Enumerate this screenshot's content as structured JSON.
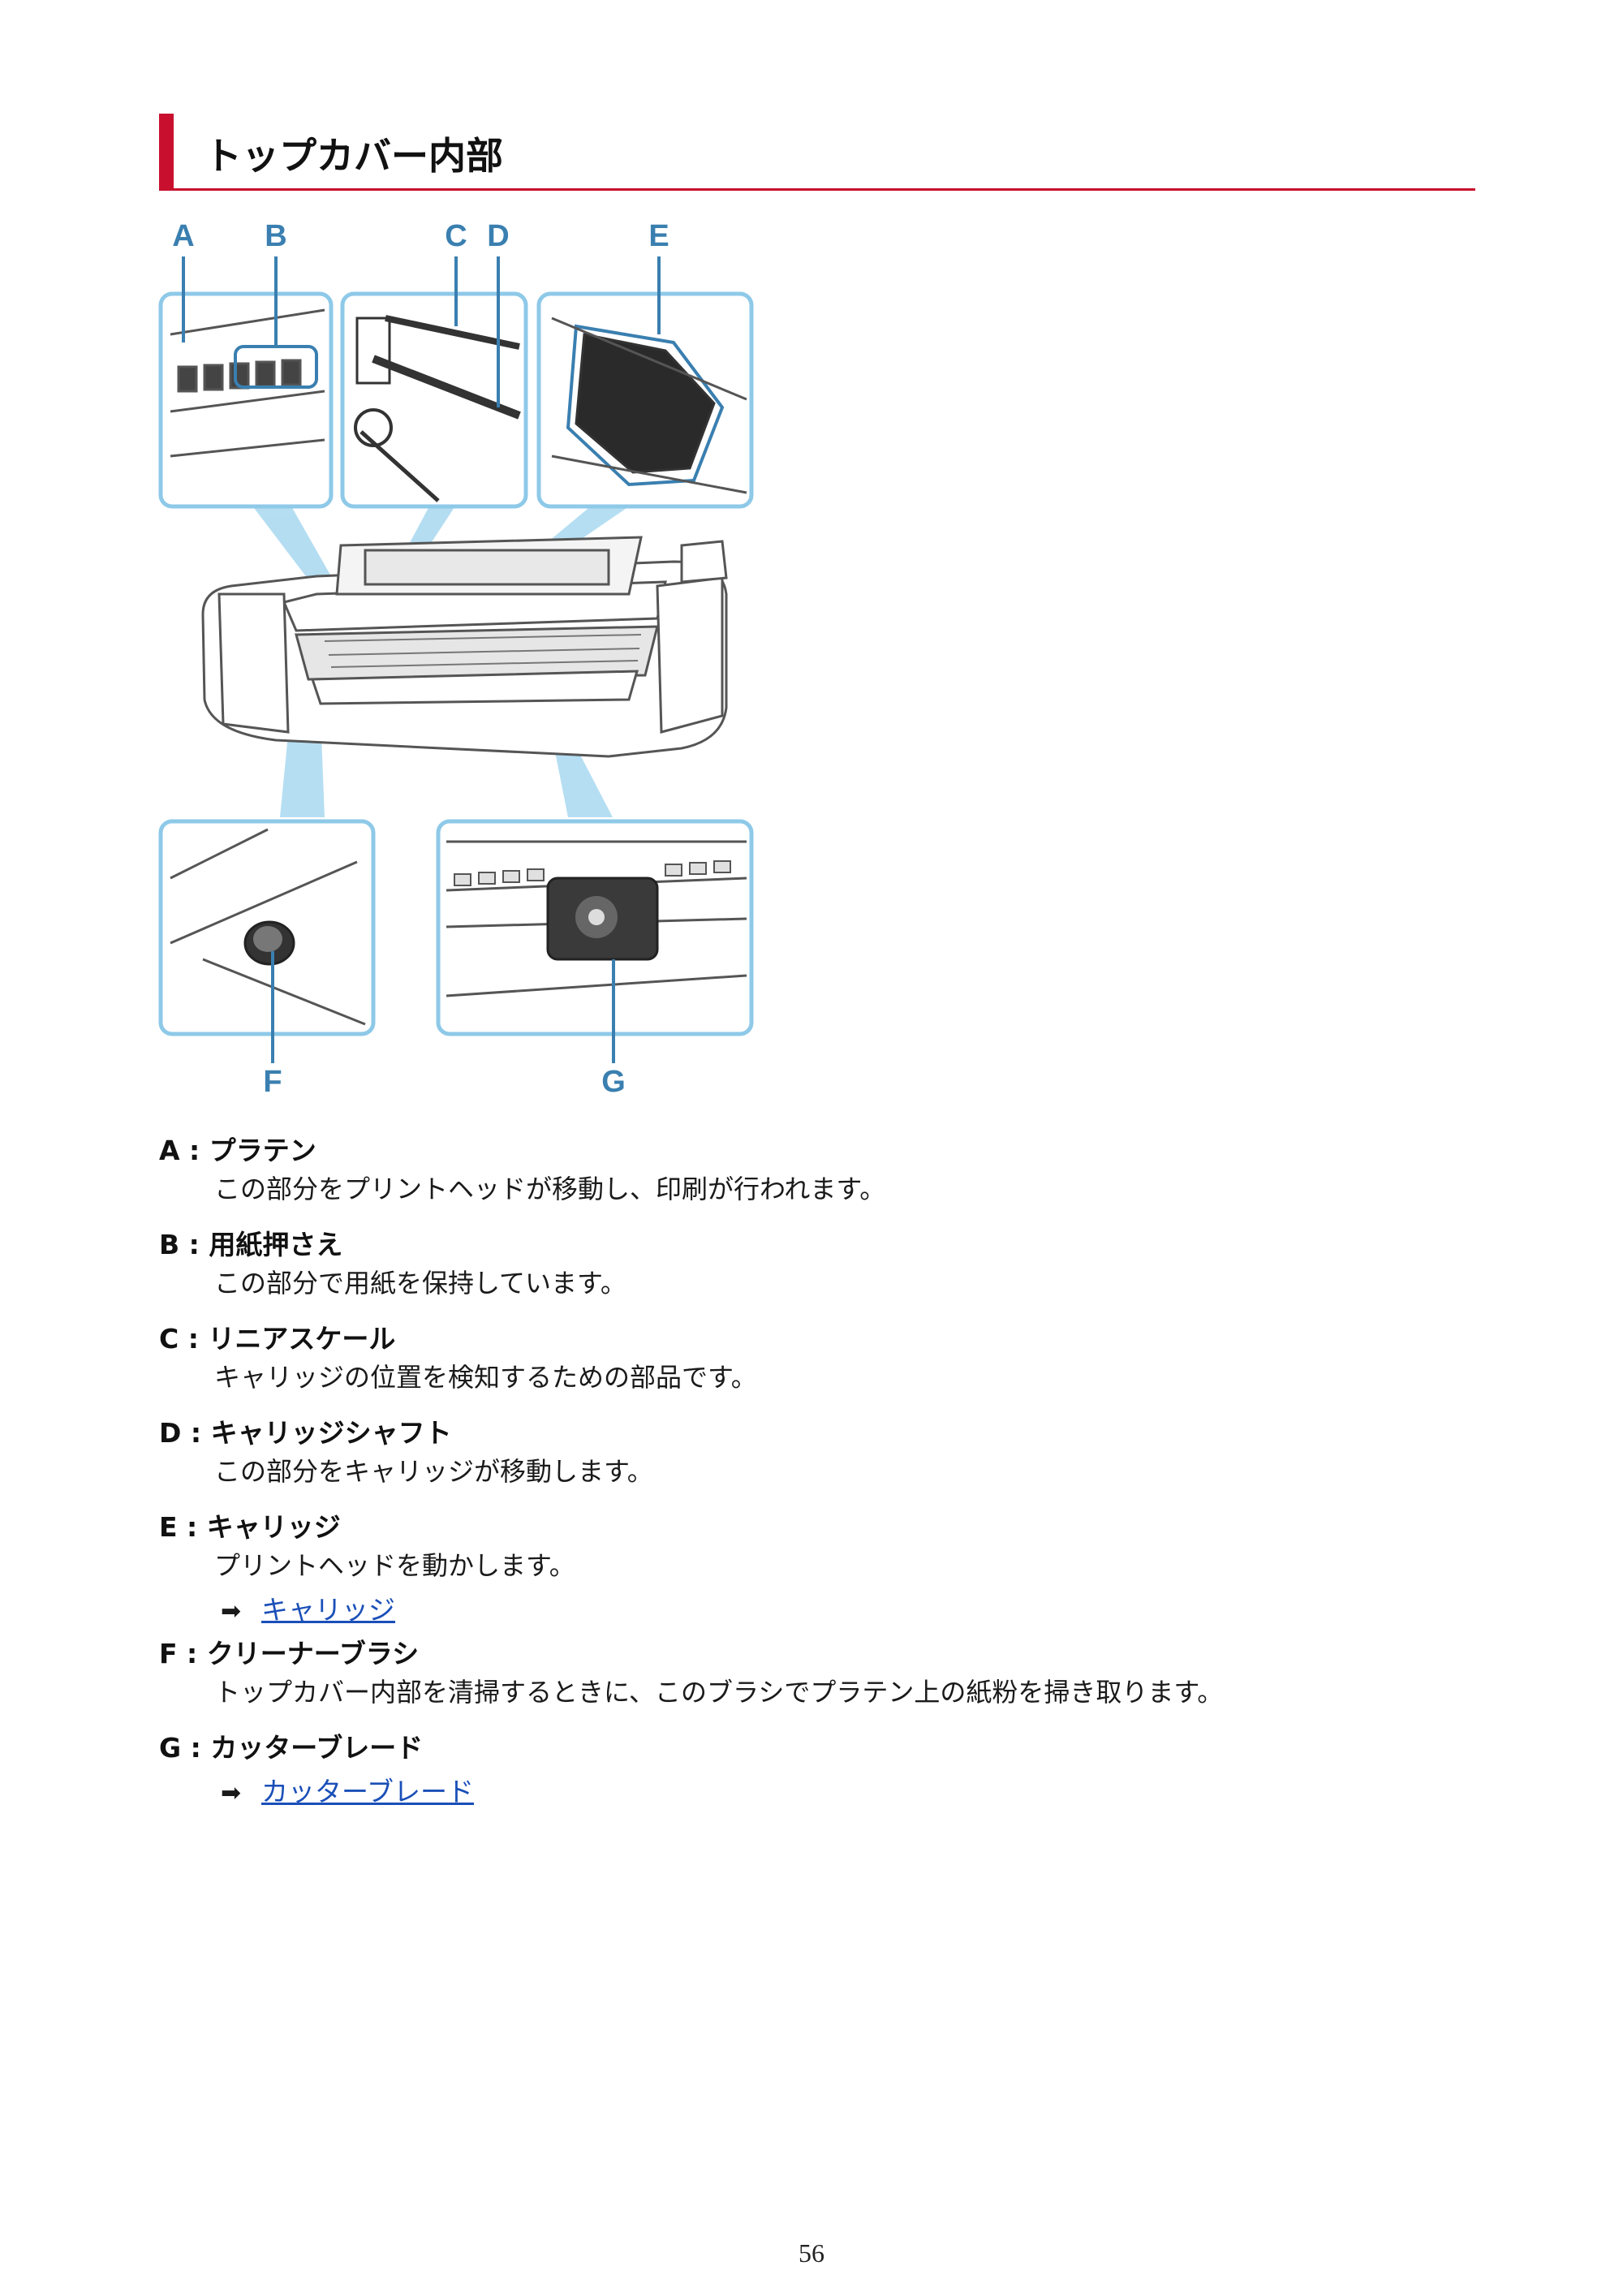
{
  "heading": {
    "title": "トップカバー内部"
  },
  "figure": {
    "callouts": {
      "a": "A",
      "b": "B",
      "c": "C",
      "d": "D",
      "e": "E",
      "f": "F",
      "g": "G"
    }
  },
  "items": [
    {
      "term": "A : プラテン",
      "desc": "この部分をプリントヘッドが移動し、印刷が行われます。"
    },
    {
      "term": "B : 用紙押さえ",
      "desc": "この部分で用紙を保持しています。"
    },
    {
      "term": "C : リニアスケール",
      "desc": "キャリッジの位置を検知するための部品です。"
    },
    {
      "term": "D : キャリッジシャフト",
      "desc": "この部分をキャリッジが移動します。"
    },
    {
      "term": "E : キャリッジ",
      "desc": "プリントヘッドを動かします。",
      "link": "キャリッジ"
    },
    {
      "term": "F : クリーナーブラシ",
      "desc": "トップカバー内部を清掃するときに、このブラシでプラテン上の紙粉を掃き取ります。"
    },
    {
      "term": "G : カッターブレード",
      "link": "カッターブレード"
    }
  ],
  "page_number": "56"
}
